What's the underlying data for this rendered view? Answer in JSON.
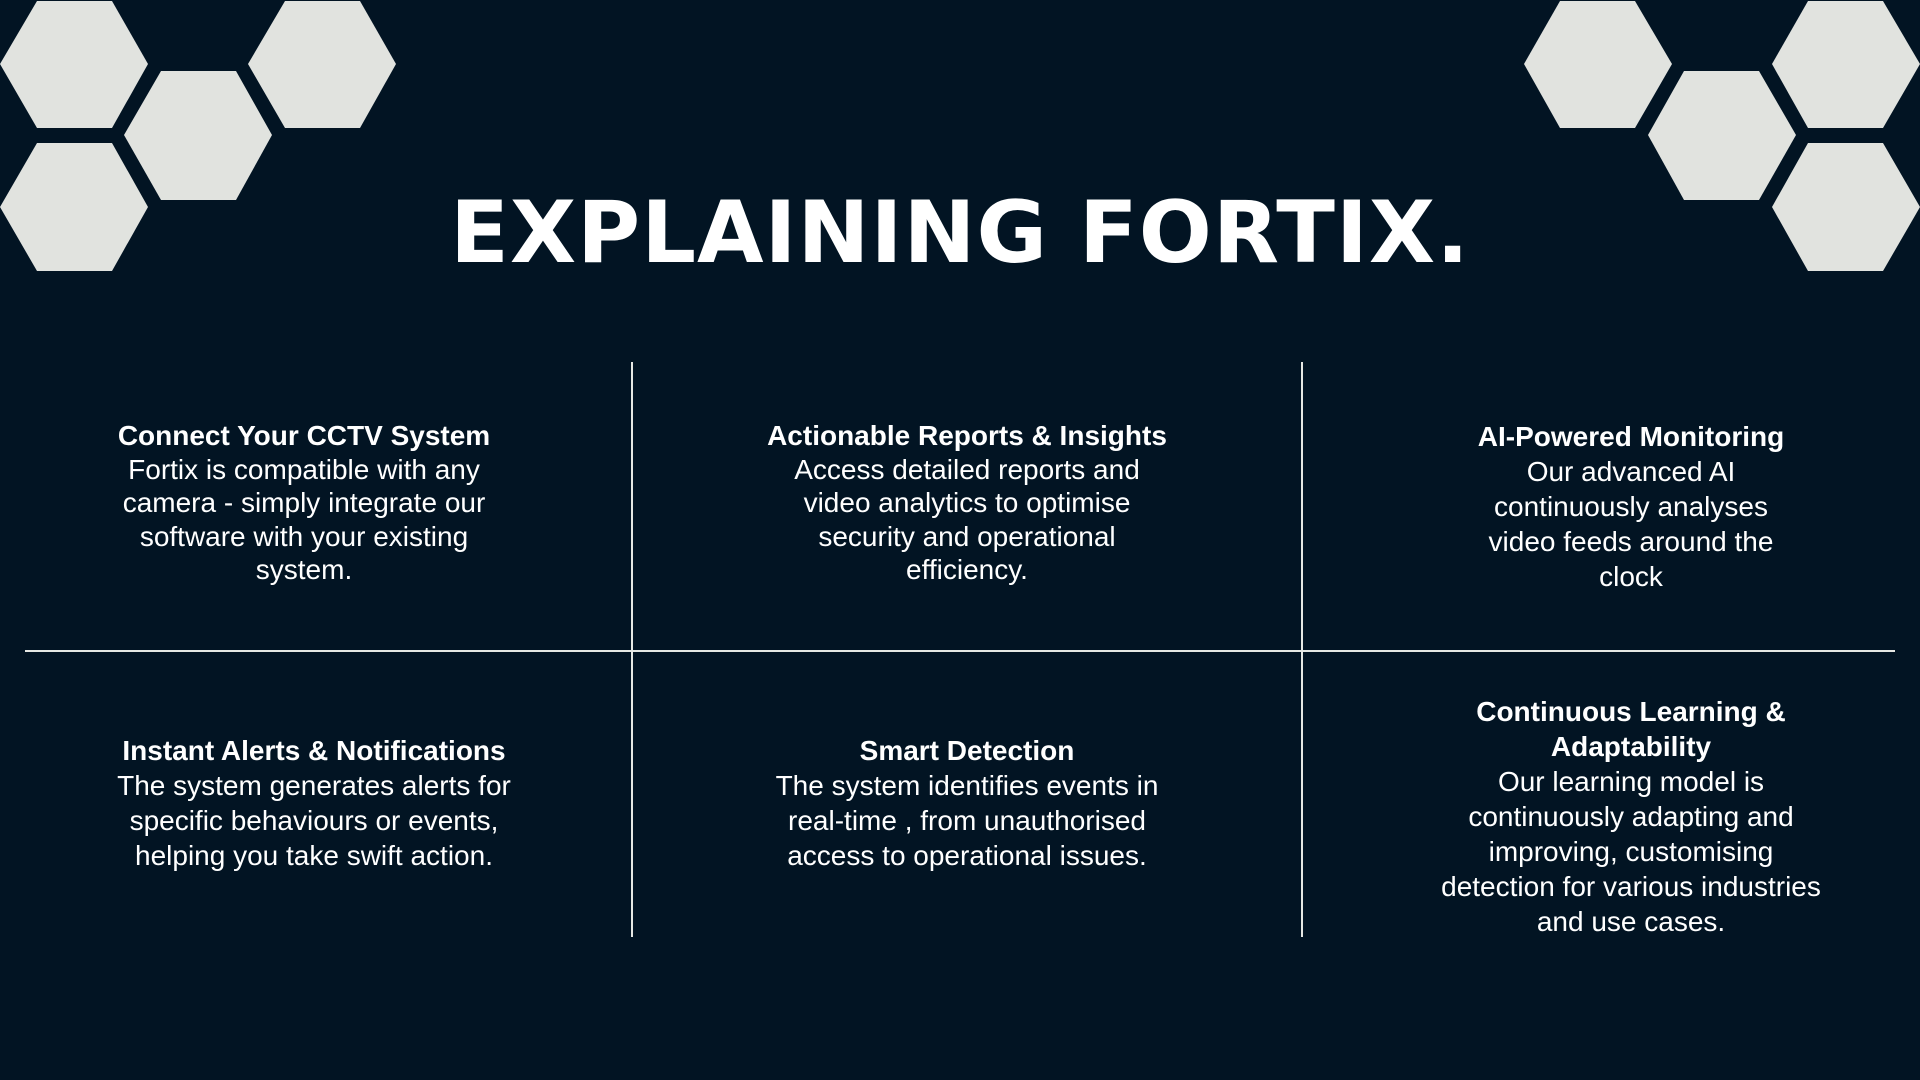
{
  "title": "EXPLAINING FORTIX.",
  "colors": {
    "background": "#021423",
    "hexagon": "#e1e3df",
    "text": "#ffffff"
  },
  "features": [
    {
      "heading": [
        "Connect Your CCTV System"
      ],
      "body": [
        "Fortix is compatible with any",
        "camera - simply integrate our",
        "software with your existing",
        "system."
      ]
    },
    {
      "heading": [
        "Actionable Reports & Insights"
      ],
      "body": [
        "Access detailed reports and",
        "video analytics to optimise",
        "security and operational",
        "efficiency."
      ]
    },
    {
      "heading": [
        "AI-Powered Monitoring"
      ],
      "body": [
        "Our advanced AI",
        "continuously analyses",
        "video feeds around the",
        "clock"
      ]
    },
    {
      "heading": [
        "Instant Alerts & Notifications"
      ],
      "body": [
        "The system generates alerts for",
        "specific behaviours or events,",
        "helping you take swift action."
      ]
    },
    {
      "heading": [
        "Smart Detection"
      ],
      "body": [
        "The system identifies events in",
        "real-time , from unauthorised",
        "access to operational issues."
      ]
    },
    {
      "heading": [
        "Continuous Learning &",
        "Adaptability"
      ],
      "body": [
        "Our learning model is",
        "continuously adapting and",
        "improving, customising",
        "detection for various industries",
        "and use cases."
      ]
    }
  ]
}
